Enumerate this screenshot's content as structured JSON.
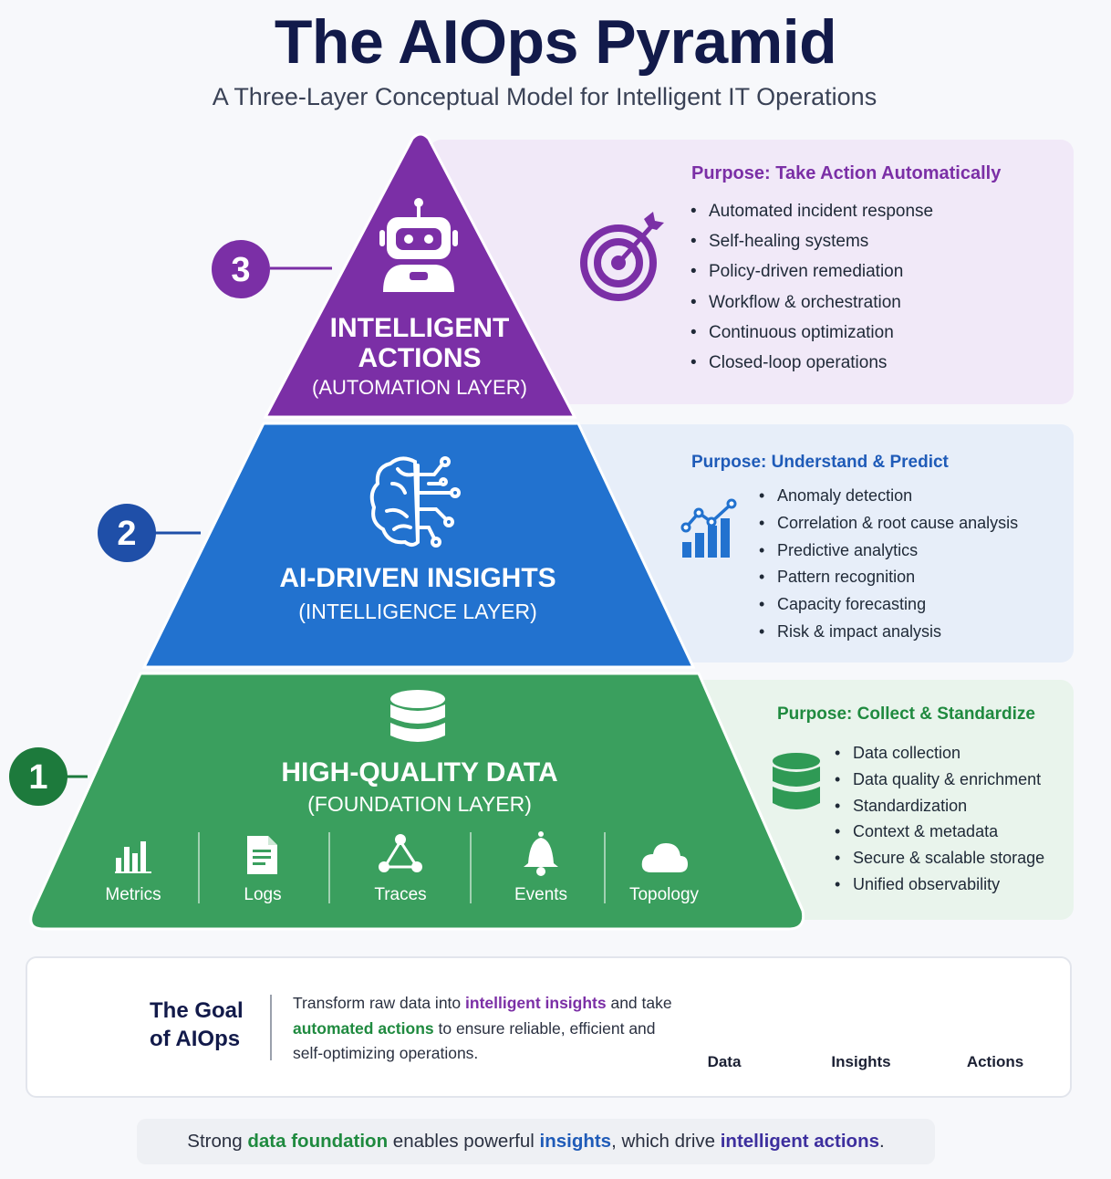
{
  "title": "The AIOps Pyramid",
  "subtitle": "A Three-Layer Conceptual Model for Intelligent IT Operations",
  "colors": {
    "purple": "#7b2fa6",
    "blue": "#2272cf",
    "green": "#3a9f5e",
    "navy": "#121a4a"
  },
  "layers": [
    {
      "number": "3",
      "title_line1": "INTELLIGENT",
      "title_line2": "ACTIONS",
      "subtitle": "(AUTOMATION LAYER)",
      "icon": "robot-icon",
      "purpose": "Purpose: Take Action Automatically",
      "purpose_icon": "target-icon",
      "bullets": [
        "Automated incident response",
        "Self-healing systems",
        "Policy-driven remediation",
        "Workflow & orchestration",
        "Continuous optimization",
        "Closed-loop operations"
      ]
    },
    {
      "number": "2",
      "title": "AI-DRIVEN INSIGHTS",
      "subtitle": "(INTELLIGENCE LAYER)",
      "icon": "brain-circuit-icon",
      "purpose": "Purpose: Understand & Predict",
      "purpose_icon": "trend-chart-icon",
      "bullets": [
        "Anomaly detection",
        "Correlation & root cause analysis",
        "Predictive analytics",
        "Pattern recognition",
        "Capacity forecasting",
        "Risk & impact analysis"
      ]
    },
    {
      "number": "1",
      "title": "HIGH-QUALITY DATA",
      "subtitle": "(FOUNDATION LAYER)",
      "icon": "database-icon",
      "purpose": "Purpose: Collect & Standardize",
      "purpose_icon": "database-icon",
      "bullets": [
        "Data collection",
        "Data quality & enrichment",
        "Standardization",
        "Context & metadata",
        "Secure & scalable storage",
        "Unified observability"
      ],
      "categories": [
        {
          "label": "Metrics",
          "icon": "bar-chart-icon"
        },
        {
          "label": "Logs",
          "icon": "document-icon"
        },
        {
          "label": "Traces",
          "icon": "network-nodes-icon"
        },
        {
          "label": "Events",
          "icon": "bell-icon"
        },
        {
          "label": "Topology",
          "icon": "cloud-icon"
        }
      ]
    }
  ],
  "goal": {
    "icon": "target-crosshair-icon",
    "title_line1": "The Goal",
    "title_line2": "of AIOps",
    "text_1": "Transform raw data into ",
    "text_hl_1": "intelligent insights",
    "text_2": " and take ",
    "text_hl_2": "automated actions",
    "text_3": " to ensure reliable, efficient and self-optimizing operations.",
    "flow": [
      {
        "label": "Data",
        "icon": "database-icon"
      },
      {
        "label": "Insights",
        "icon": "brain-circuit-icon"
      },
      {
        "label": "Actions",
        "icon": "robot-icon"
      }
    ]
  },
  "footer": {
    "part1": "Strong ",
    "hl1": "data foundation",
    "part2": " enables powerful ",
    "hl2": "insights",
    "part3": ", which drive ",
    "hl3": "intelligent actions",
    "part4": "."
  }
}
